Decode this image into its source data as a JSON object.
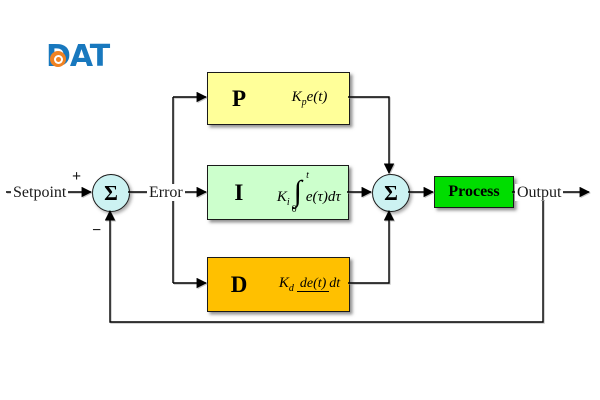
{
  "logo": {
    "text": "DAT"
  },
  "labels": {
    "setpoint": "Setpoint",
    "error": "Error",
    "output": "Output"
  },
  "signs": {
    "plus": "+",
    "minus": "−"
  },
  "summers": {
    "left": "Σ",
    "right": "Σ"
  },
  "blocks": {
    "p": {
      "letter": "P",
      "gain": "K",
      "gain_sub": "p",
      "expr": "e(t)"
    },
    "i": {
      "letter": "I",
      "gain": "K",
      "gain_sub": "i",
      "integral": "∫",
      "upper_limit": "t",
      "lower_limit": "0",
      "integrand": "e(τ)dτ"
    },
    "d": {
      "letter": "D",
      "gain": "K",
      "gain_sub": "d",
      "numerator": "de(t)",
      "denominator": "dt"
    },
    "process": {
      "label": "Process"
    }
  },
  "colors": {
    "p-fill": "#FFFF99",
    "i-fill": "#CCFFCC",
    "d-fill": "#FFC000",
    "process-fill": "#00DD00",
    "sum-fill": "#CCF2F2",
    "logo-blue": "#1878BE",
    "logo-orange": "#F08222",
    "line": "#000000"
  }
}
